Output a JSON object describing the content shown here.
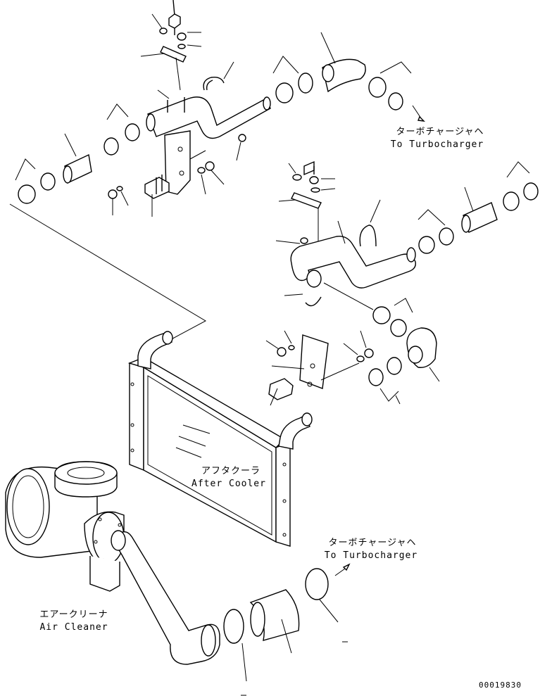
{
  "labels": {
    "turbo_top_jp": "ターボチャージャヘ",
    "turbo_top_en": "To Turbocharger",
    "aftercooler_jp": "アフタクーラ",
    "aftercooler_en": "After Cooler",
    "turbo_bottom_jp": "ターボチャージャヘ",
    "turbo_bottom_en": "To Turbocharger",
    "aircleaner_jp": "エアークリーナ",
    "aircleaner_en": "Air Cleaner",
    "drawing_number": "00019830"
  },
  "icons": [
    "arrow-icon"
  ]
}
